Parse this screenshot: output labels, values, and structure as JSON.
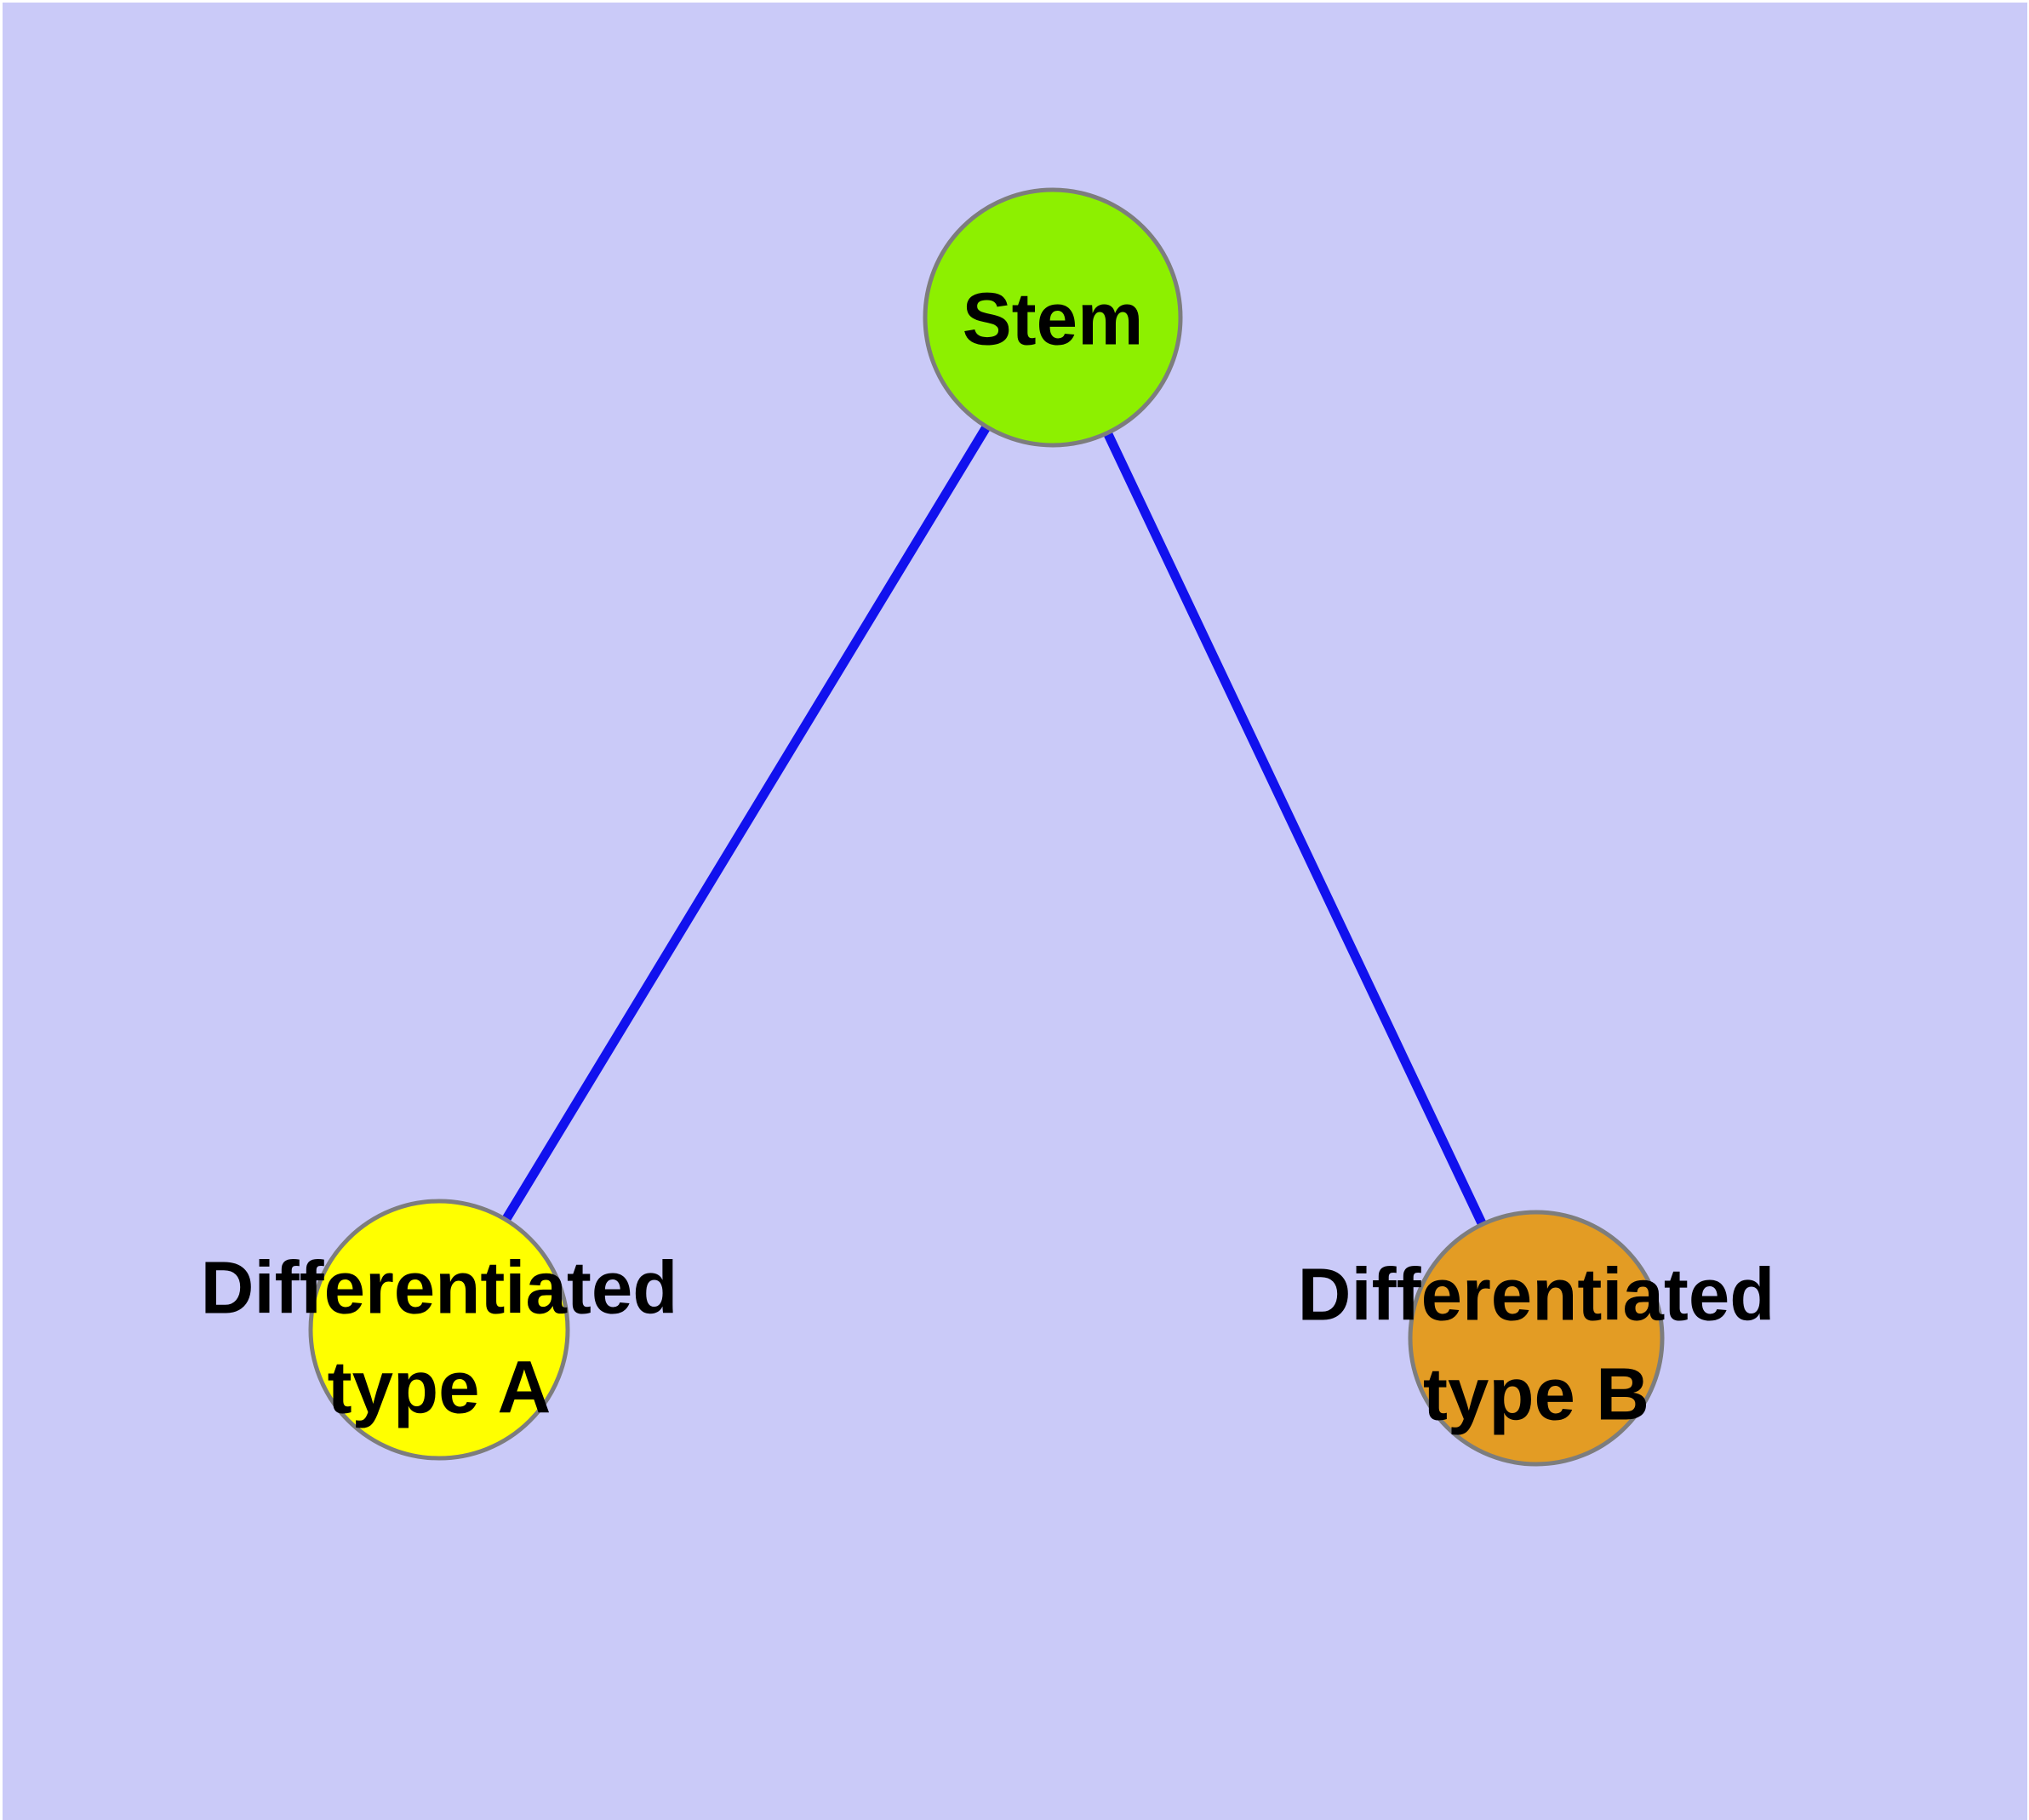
{
  "canvas": {
    "background_color": "#CACAF8",
    "frame_color": "#FFFFFF"
  },
  "style": {
    "node_border_color": "#7D7D7D",
    "edge_color": "#1111EE",
    "label_color": "#000000"
  },
  "nodes": [
    {
      "id": "stem",
      "label": "Stem",
      "fill_color": "#8DF000"
    },
    {
      "id": "differentiated-type-a",
      "label": "Differentiated\ntype A",
      "fill_color": "#FFFF00"
    },
    {
      "id": "differentiated-type-b",
      "label": "Differentiated\ntype B",
      "fill_color": "#E39C24"
    }
  ],
  "edges": [
    {
      "from": "stem",
      "to": "differentiated-type-a"
    },
    {
      "from": "stem",
      "to": "differentiated-type-b"
    }
  ]
}
